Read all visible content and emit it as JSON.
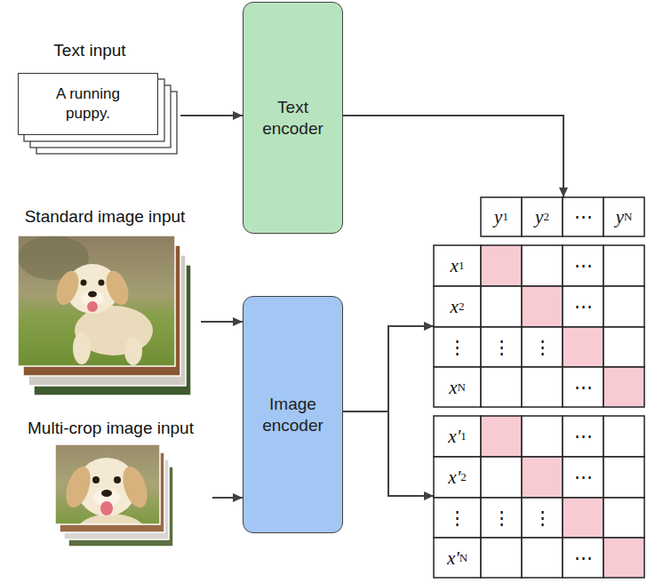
{
  "diagram": {
    "nodes": [
      {
        "text": [
          "Text input",
          "A running puppy."
        ]
      },
      {
        "text": [
          "Text encoder"
        ]
      },
      {
        "text": [
          "y1",
          "y2",
          "⋯",
          "yN"
        ]
      },
      {
        "text": [
          "Standard image input"
        ]
      },
      {
        "text": [
          "Multi-crop image input"
        ]
      },
      {
        "text": [
          "Image encoder"
        ]
      },
      {
        "text": [
          "x1",
          "⋯",
          "x2",
          "⋯",
          "⋮",
          "⋮",
          "⋮",
          "xN",
          "⋯"
        ]
      },
      {
        "text": [
          "x'1",
          "⋯",
          "x'2",
          "⋯",
          "⋮",
          "⋮",
          "⋮",
          "x'N",
          "⋯"
        ]
      }
    ],
    "edges": [
      {
        "from": 0,
        "to": 1,
        "arrow": "to"
      },
      {
        "from": 1,
        "to": 2,
        "arrow": "to"
      },
      {
        "from": 3,
        "to": 5,
        "arrow": "to"
      },
      {
        "from": 4,
        "to": 5,
        "arrow": "to"
      },
      {
        "from": 5,
        "to": 6,
        "arrow": "to"
      },
      {
        "from": 5,
        "to": 7,
        "arrow": "to"
      }
    ]
  }
}
